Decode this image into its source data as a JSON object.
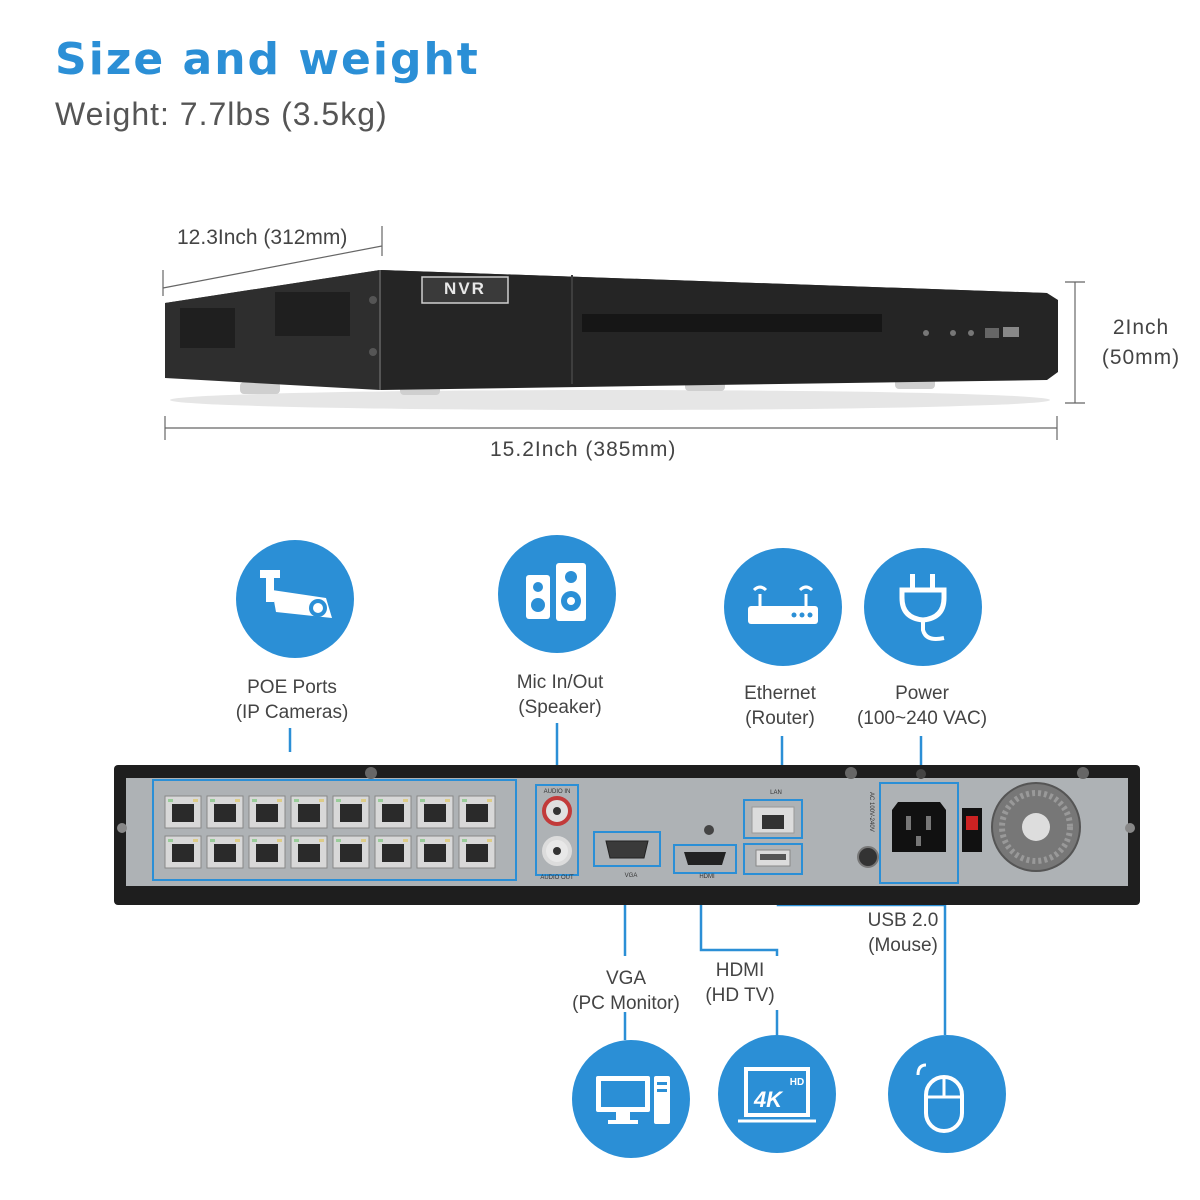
{
  "header": {
    "title": "Size and weight",
    "weight": "Weight: 7.7lbs (3.5kg)"
  },
  "dimensions": {
    "depth": "12.3Inch (312mm)",
    "width": "15.2Inch (385mm)",
    "height_line1": "2Inch",
    "height_line2": "(50mm)"
  },
  "front_panel": {
    "logo": "NVR"
  },
  "rear_panel": {
    "port_labels": {
      "audio_in": "AUDIO IN",
      "audio_out": "AUDIO OUT",
      "vga": "VGA",
      "hdmi": "HDMI",
      "lan": "LAN",
      "ac": "AC 100V-240V"
    }
  },
  "callouts": {
    "poe": {
      "line1": "POE Ports",
      "line2": "(IP Cameras)",
      "icon": "camera-icon"
    },
    "mic": {
      "line1": "Mic In/Out",
      "line2": "(Speaker)",
      "icon": "speaker-icon"
    },
    "ethernet": {
      "line1": "Ethernet",
      "line2": "(Router)",
      "icon": "router-icon"
    },
    "power": {
      "line1": "Power",
      "line2": "(100~240 VAC)",
      "icon": "plug-icon"
    },
    "usb": {
      "line1": "USB 2.0",
      "line2": "(Mouse)",
      "icon": "mouse-icon"
    },
    "vga": {
      "line1": "VGA",
      "line2": "(PC Monitor)",
      "icon": "computer-icon"
    },
    "hdmi": {
      "line1": "HDMI",
      "line2": "(HD TV)",
      "icon": "tv-icon",
      "badge_main": "4K",
      "badge_hd": "HD"
    }
  },
  "colors": {
    "accent": "#2b8fd6",
    "device_dark": "#2a2a2a",
    "panel_gray": "#a9aeb2"
  }
}
